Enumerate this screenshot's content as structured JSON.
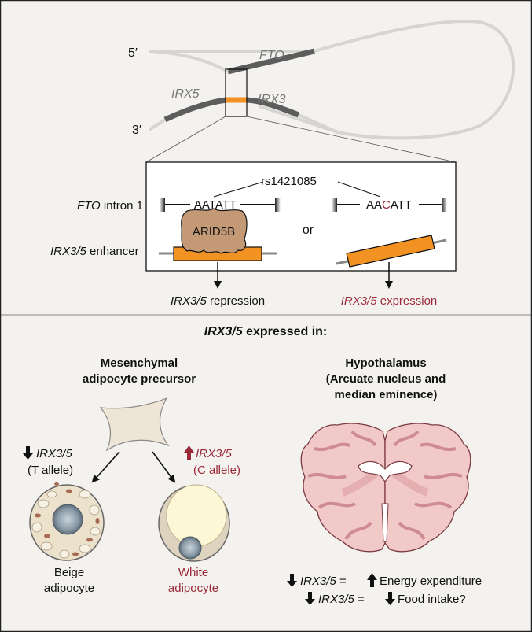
{
  "top": {
    "end5": "5′",
    "end3": "3′",
    "fto_gene": "FTO",
    "irx5_gene": "IRX5",
    "irx3_gene": "IRX3"
  },
  "zoom": {
    "snp_id": "rs1421085",
    "intron_label_gene": "FTO",
    "intron_label_rest": " intron 1",
    "enhancer_label_gene": "IRX3/5",
    "enhancer_label_rest": " enhancer",
    "seq_t": "AATATT",
    "seq_c_pre": "AA",
    "seq_c_var": "C",
    "seq_c_post": "ATT",
    "protein": "ARID5B",
    "or_word": "or",
    "repression_gene": "IRX3/5",
    "repression_rest": " repression",
    "expression_gene": "IRX3/5",
    "expression_rest": " expression"
  },
  "bottom": {
    "title_gene": "IRX3/5",
    "title_rest": " expressed in:",
    "left_heading_1": "Mesenchymal",
    "left_heading_2": "adipocyte precursor",
    "down_gene": "IRX3/5",
    "down_allele": "(T allele)",
    "up_gene": "IRX3/5",
    "up_allele": "(C allele)",
    "beige_1": "Beige",
    "beige_2": "adipocyte",
    "white_1": "White",
    "white_2": "adipocyte",
    "right_heading_1": "Hypothalamus",
    "right_heading_2": "(Arcuate nucleus and",
    "right_heading_3": "median eminence)",
    "eq1_gene": "IRX3/5",
    "eq1_eq": " = ",
    "eq1_rest": "Energy expenditure",
    "eq2_gene": "IRX3/5",
    "eq2_eq": " = ",
    "eq2_rest": "Food intake?"
  },
  "colors": {
    "panel_bg": "#f4f2ee",
    "accent_orange": "#f29222",
    "protein_brown": "#c49a76",
    "highlight_red": "#9a2a3a",
    "brain_pink": "#f2c9c9",
    "brain_dark": "#d58f94"
  }
}
